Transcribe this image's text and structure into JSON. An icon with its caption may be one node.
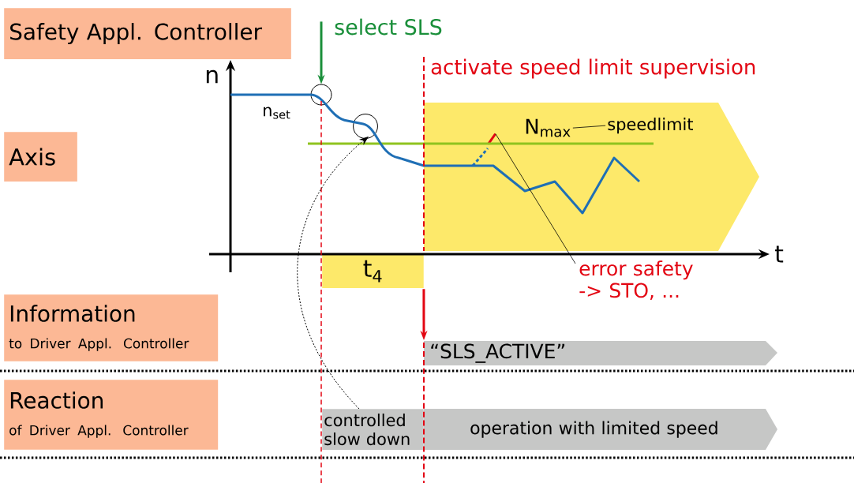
{
  "diagram": {
    "nodes": [
      {
        "text": [
          "Safety Appl. Controller"
        ]
      },
      {
        "text": [
          "select SLS"
        ]
      },
      {
        "text": [],
        "shape": "circle"
      },
      {
        "text": [],
        "shape": "circle"
      },
      {
        "text": [
          "Axis"
        ]
      },
      {
        "text": [],
        "shape": "band"
      },
      {
        "text": [
          "N$_{max}$"
        ],
        "in": 5
      },
      {
        "text": [
          "speedlimit"
        ],
        "in": 5
      },
      {
        "text": [
          "t$_{4}$"
        ]
      },
      {
        "text": [
          "error safety -> STO, ..."
        ]
      },
      {
        "text": [
          "Information",
          "to Driver Appl. Controller"
        ]
      },
      {
        "text": [
          "“SLS_ACTIVE”"
        ]
      },
      {
        "text": [
          "Reaction",
          "of Driver Appl. Controller"
        ]
      },
      {
        "text": [
          "controlled slow down"
        ]
      },
      {
        "text": [
          "operation with limited speed"
        ]
      },
      {
        "text": [],
        "shape": "bar",
        "in": 5
      }
    ],
    "edges": [
      {
        "from": 1,
        "to": 2,
        "arrow": "to",
        "style": "thick",
        "color": "#1a8f3a"
      },
      {
        "from": 8,
        "to": 11,
        "arrow": "to",
        "style": "thick",
        "color": "#e30613"
      },
      {
        "from": 13,
        "to": 3,
        "arrow": "to",
        "style": "dashed"
      },
      {
        "from": 9,
        "to": 15,
        "arrow": "none"
      },
      {
        "from": 6,
        "to": 7,
        "arrow": "none"
      }
    ],
    "labels": [
      "n",
      "n$_{set}$",
      "activate speed limit supervision",
      "t"
    ]
  }
}
